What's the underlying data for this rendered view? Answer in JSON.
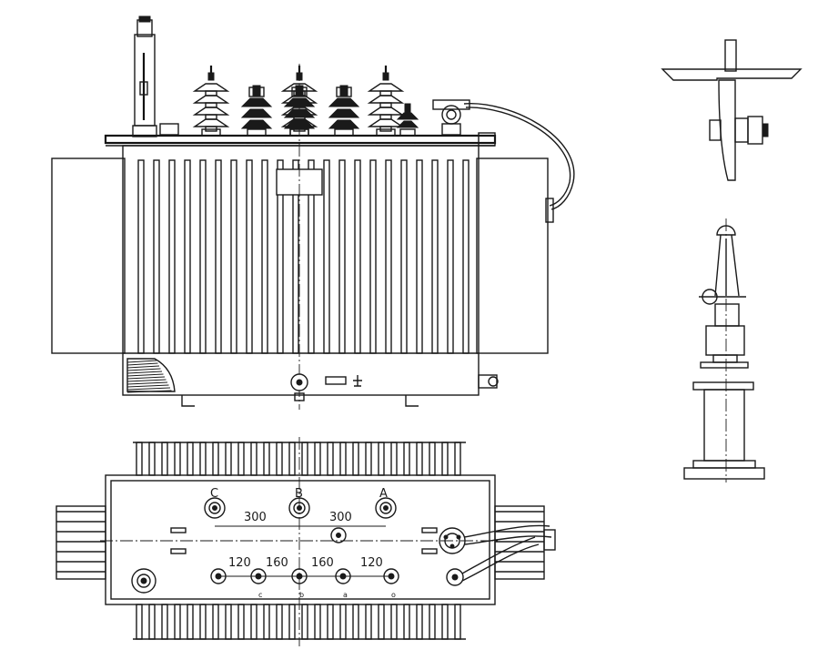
{
  "dimensions": {
    "hv_pitch_left": "300",
    "hv_pitch_right": "300",
    "lv_pitch_1": "120",
    "lv_pitch_2": "160",
    "lv_pitch_3": "160",
    "lv_pitch_4": "120"
  },
  "terminal_labels": {
    "hv_left": "C",
    "hv_middle": "B",
    "hv_right": "A",
    "lv_c": "c",
    "lv_b": "b",
    "lv_a": "a",
    "lv_o": "o"
  }
}
